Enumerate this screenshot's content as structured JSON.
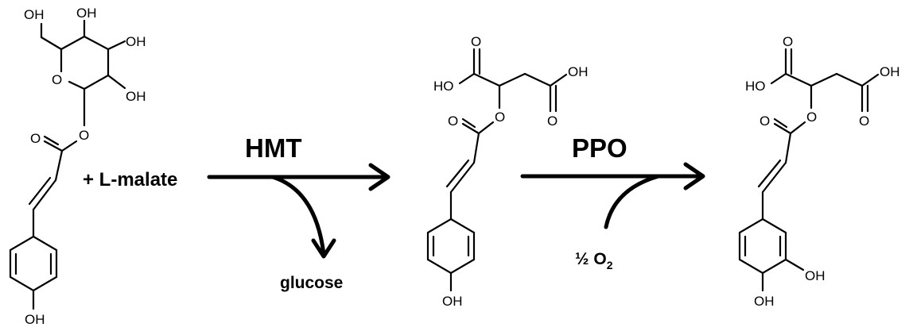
{
  "reagent": "+ L-malate",
  "step1": {
    "enzyme": "HMT",
    "byproduct": "glucose"
  },
  "step2": {
    "enzyme": "PPO",
    "cosubstrate_prefix": "½ O",
    "cosubstrate_sub": "2"
  },
  "labels": {
    "oh": "OH",
    "ho": "HO",
    "o": "O"
  }
}
